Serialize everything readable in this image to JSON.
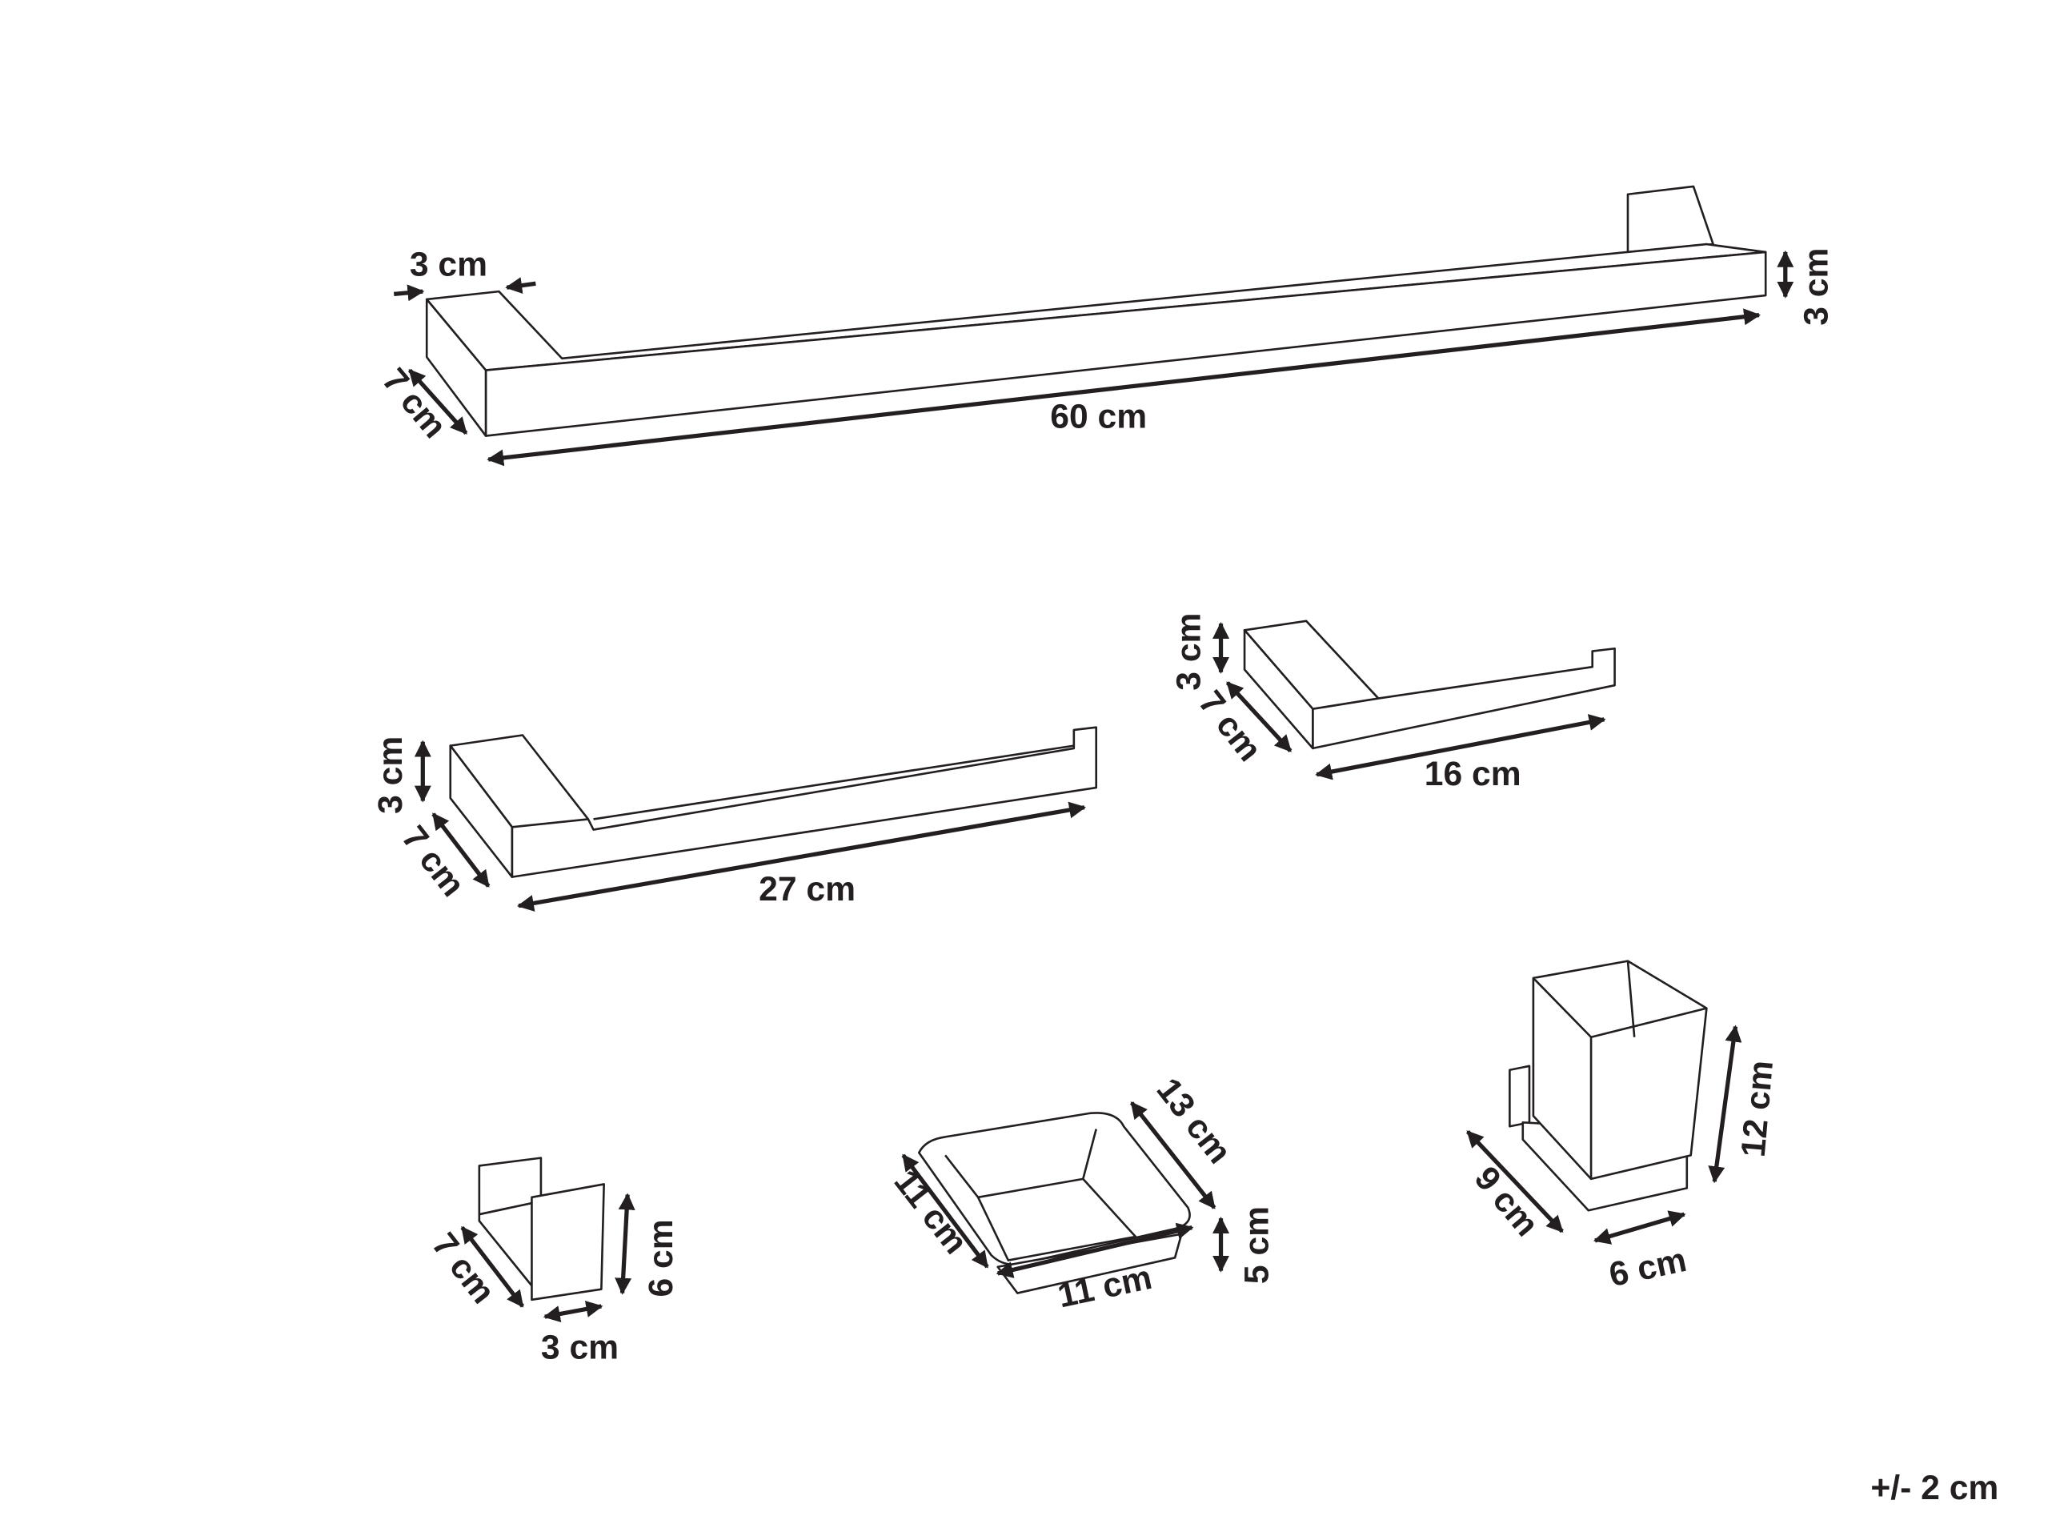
{
  "items": {
    "towel_bar": {
      "width": "60 cm",
      "depth": "7 cm",
      "bar": "3 cm",
      "height": "3 cm"
    },
    "towel_holder": {
      "height": "3 cm",
      "depth": "7 cm",
      "width": "27 cm"
    },
    "paper_holder": {
      "height": "3 cm",
      "depth": "7 cm",
      "width": "16 cm"
    },
    "hook": {
      "depth": "7 cm",
      "height": "6 cm",
      "width": "3 cm"
    },
    "soap_dish": {
      "depth": "13 cm",
      "width_left": "11 cm",
      "width_front": "11 cm",
      "height": "5 cm"
    },
    "tumbler": {
      "height": "12 cm",
      "depth": "9 cm",
      "width": "6 cm"
    }
  },
  "tolerance": "+/- 2 cm",
  "colors": {
    "line": "#231f20",
    "background": "#ffffff"
  }
}
